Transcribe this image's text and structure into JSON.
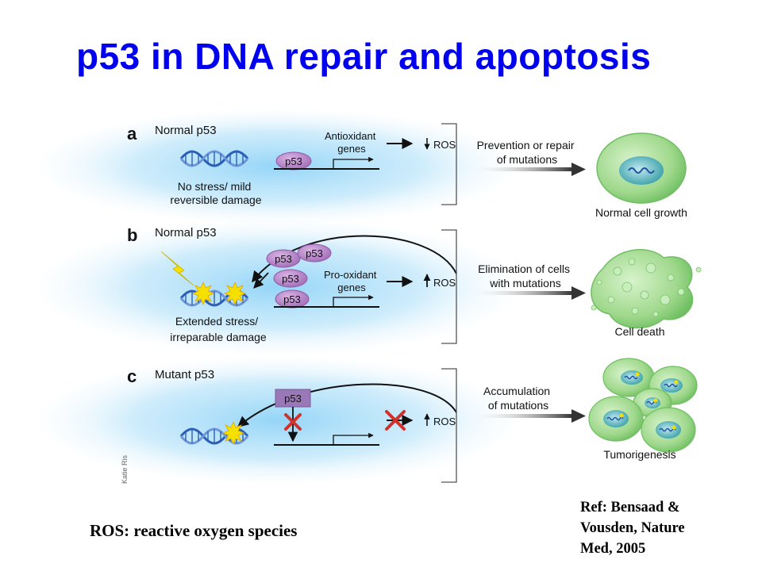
{
  "title": "p53 in DNA repair and apoptosis",
  "footer": {
    "ros_definition": "ROS: reactive oxygen species",
    "reference_lines": [
      "Ref: Bensaad &",
      "Vousden, Nature",
      "Med, 2005"
    ]
  },
  "credit": "Katie Ris",
  "panels": {
    "a": {
      "letter": "a",
      "heading": "Normal p53",
      "condition_lines": [
        "No stress/ mild",
        "reversible damage"
      ],
      "protein_label": "p53",
      "gene_lines": [
        "Antioxidant",
        "genes"
      ],
      "ros_label": "ROS",
      "ros_direction": "down",
      "outcome_lines": [
        "Prevention or repair",
        "of mutations"
      ],
      "cell_label": "Normal cell growth"
    },
    "b": {
      "letter": "b",
      "heading": "Normal p53",
      "condition_lines": [
        "Extended stress/",
        "irreparable damage"
      ],
      "protein_labels": [
        "p53",
        "p53",
        "p53",
        "p53"
      ],
      "gene_lines": [
        "Pro-oxidant",
        "genes"
      ],
      "ros_label": "ROS",
      "ros_direction": "up",
      "outcome_lines": [
        "Elimination of cells",
        "with mutations"
      ],
      "cell_label": "Cell death"
    },
    "c": {
      "letter": "c",
      "heading": "Mutant p53",
      "protein_label": "p53",
      "ros_label": "ROS",
      "ros_direction": "up",
      "outcome_lines": [
        "Accumulation",
        "of mutations"
      ],
      "cell_label": "Tumorigenesis"
    }
  },
  "colors": {
    "title": "#0000ee",
    "background_glow": "#8fd3f7",
    "p53_normal": "#b07cc2",
    "p53_mutant": "#9a78b8",
    "cell": "#9fd88c",
    "nucleus": "#3aa0a8",
    "block_cross": "#d0312d",
    "dna": "#2b5fb8",
    "flash": "#f5e000"
  }
}
